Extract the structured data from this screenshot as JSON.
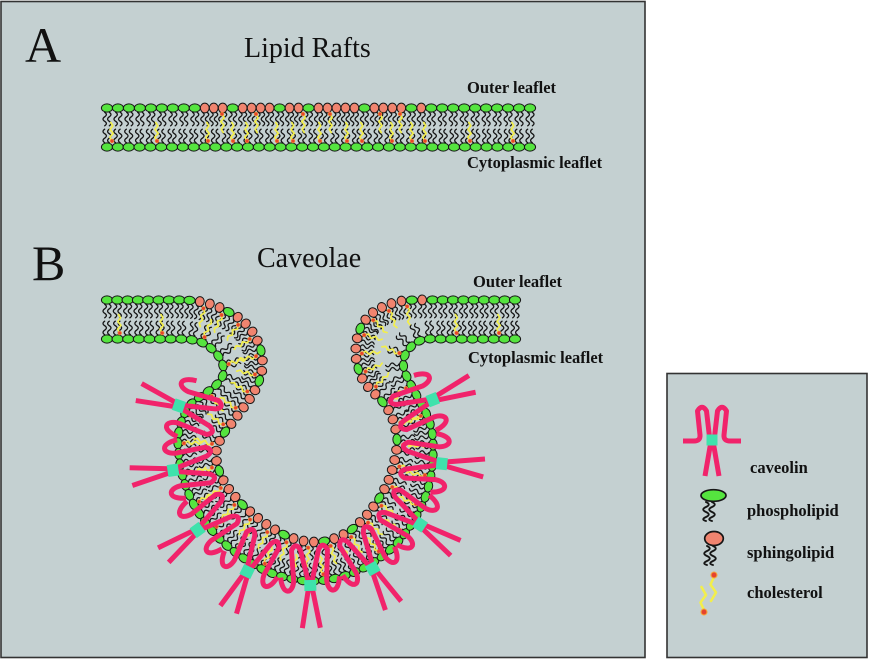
{
  "colors": {
    "panel_background": "#c4d0d1",
    "panel_border": "#333333",
    "text": "#111111",
    "phospholipid_head": "#55e43f",
    "sphingolipid_head": "#f0846f",
    "head_outline": "#161616",
    "lipid_tail": "#151515",
    "cholesterol": "#f2ee4c",
    "cholesterol_head": "#e5432e",
    "cholesterol_head_rim": "#f6a43c",
    "caveolin": "#f1236b",
    "caveolin_core": "#3fe2ac"
  },
  "panel_a": {
    "letter": "A",
    "title": "Lipid Rafts",
    "outer_leaflet_label": "Outer leaflet",
    "cytoplasmic_leaflet_label": "Cytoplasmic leaflet",
    "outer_leaflet": [
      [
        "phospholipid",
        9
      ],
      [
        "sphingolipid",
        3
      ],
      [
        "phospholipid",
        1
      ],
      [
        "sphingolipid",
        4
      ],
      [
        "phospholipid",
        1
      ],
      [
        "sphingolipid",
        2
      ],
      [
        "phospholipid",
        1
      ],
      [
        "sphingolipid",
        5
      ],
      [
        "phospholipid",
        1
      ],
      [
        "sphingolipid",
        4
      ],
      [
        "phospholipid",
        1
      ],
      [
        "sphingolipid",
        1
      ],
      [
        "phospholipid",
        10
      ]
    ],
    "cytoplasmic_leaflet": [
      [
        "phospholipid",
        40
      ]
    ]
  },
  "panel_b": {
    "letter": "B",
    "title": "Caveolae",
    "outer_leaflet_label": "Outer leaflet",
    "cytoplasmic_leaflet_label": "Cytoplasmic leaflet",
    "outer_leaflet": [
      [
        "phospholipid",
        9
      ],
      [
        "sphingolipid",
        3
      ],
      [
        "phospholipid",
        1
      ],
      [
        "sphingolipid",
        4
      ],
      [
        "phospholipid",
        1
      ],
      [
        "sphingolipid",
        2
      ],
      [
        "phospholipid",
        1
      ],
      [
        "sphingolipid",
        5
      ],
      [
        "phospholipid",
        1
      ],
      [
        "sphingolipid",
        3
      ],
      [
        "phospholipid",
        1
      ],
      [
        "sphingolipid",
        3
      ],
      [
        "phospholipid",
        1
      ],
      [
        "sphingolipid",
        4
      ],
      [
        "phospholipid",
        1
      ],
      [
        "sphingolipid",
        3
      ],
      [
        "phospholipid",
        1
      ],
      [
        "sphingolipid",
        2
      ],
      [
        "phospholipid",
        1
      ],
      [
        "sphingolipid",
        3
      ],
      [
        "phospholipid",
        1
      ],
      [
        "sphingolipid",
        5
      ],
      [
        "phospholipid",
        1
      ],
      [
        "sphingolipid",
        3
      ],
      [
        "phospholipid",
        1
      ],
      [
        "sphingolipid",
        3
      ],
      [
        "phospholipid",
        1
      ],
      [
        "sphingolipid",
        3
      ],
      [
        "phospholipid",
        1
      ],
      [
        "sphingolipid",
        5
      ],
      [
        "phospholipid",
        1
      ],
      [
        "sphingolipid",
        1
      ],
      [
        "phospholipid",
        9
      ]
    ],
    "cytoplasmic_leaflet": [
      [
        "phospholipid",
        81
      ]
    ],
    "caveolin_count": 9
  },
  "legend": {
    "items": [
      {
        "id": "caveolin",
        "label": "caveolin",
        "icon": "caveolin-icon"
      },
      {
        "id": "phospholipid",
        "label": "phospholipid",
        "icon": "phospholipid-icon"
      },
      {
        "id": "sphingolipid",
        "label": "sphingolipid",
        "icon": "sphingolipid-icon"
      },
      {
        "id": "cholesterol",
        "label": "cholesterol",
        "icon": "cholesterol-icon"
      }
    ]
  }
}
